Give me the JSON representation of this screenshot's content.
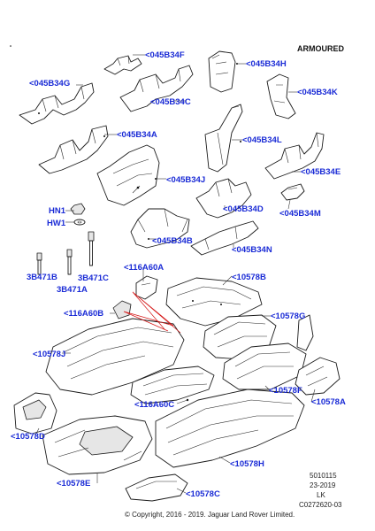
{
  "header": {
    "badge": "ARMOURED"
  },
  "callouts": {
    "c045B34F": "<045B34F",
    "c045B34G": "<045B34G",
    "c045B34H": "<045B34H",
    "c045B34C": "<045B34C",
    "c045B34K": "<045B34K",
    "c045B34A": "<045B34A",
    "c045B34L": "<045B34L",
    "c045B34E": "<045B34E",
    "c045B34J": "<045B34J",
    "c045B34D": "<045B34D",
    "c045B34M": "<045B34M",
    "hn1": "HN1",
    "hw1": "HW1",
    "c045B34B": "<045B34B",
    "c045B34N": "<045B34N",
    "c3B471B": "3B471B",
    "c3B471A": "3B471A",
    "c3B471C": "3B471C",
    "c116A60A": "<116A60A",
    "c10578B": "<10578B",
    "c116A60B": "<116A60B",
    "c10578G": "<10578G",
    "c10578J": "<10578J",
    "c10578F": "<10578F",
    "c10578A": "<10578A",
    "c116A60C": "<116A60C",
    "c10578D": "<10578D",
    "c10578H": "<10578H",
    "c10578E": "<10578E",
    "c10578C": "<10578C"
  },
  "footer": {
    "code": "5010115",
    "date": "23-2019",
    "initials": "LK",
    "ref": "C0272620-03",
    "copyright": "© Copyright, 2016 - 2019. Jaguar Land Rover Limited."
  }
}
